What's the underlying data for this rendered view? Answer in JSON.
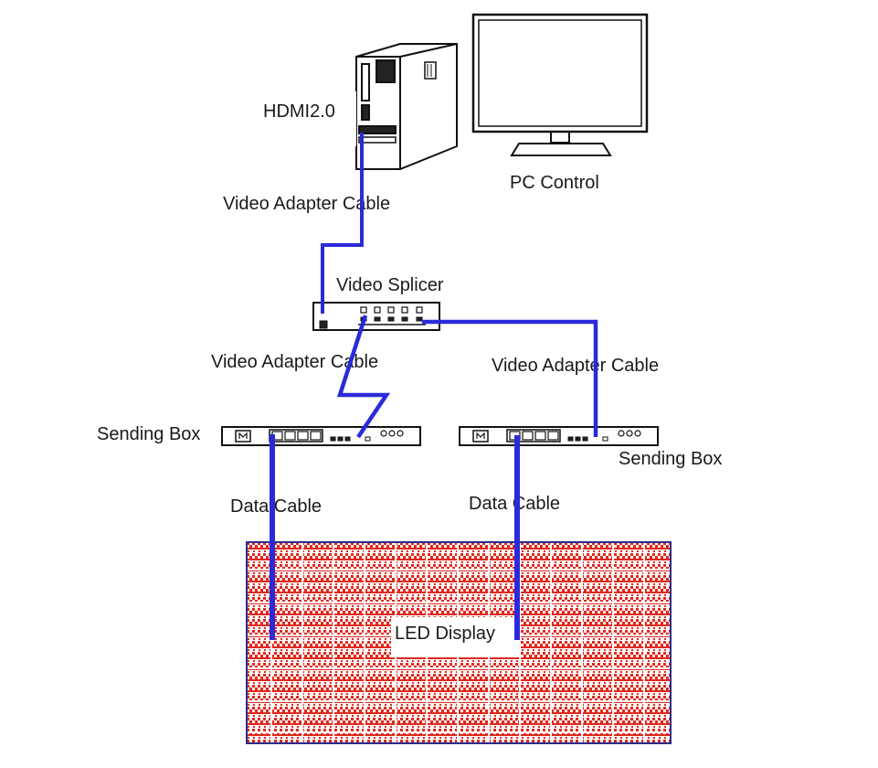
{
  "labels": {
    "hdmi": "HDMI2.0",
    "pc_control": "PC Control",
    "video_adapter_cable_top": "Video Adapter Cable",
    "video_splicer": "Video Splicer",
    "video_adapter_cable_left": "Video Adapter Cable",
    "video_adapter_cable_right": "Video Adapter Cable",
    "sending_box_left": "Sending Box",
    "sending_box_right": "Sending Box",
    "data_cable_left": "Data Cable",
    "data_cable_right": "Data Cable",
    "led_display": "LED Display"
  },
  "colors": {
    "cable": "#2a2ad8",
    "led_red": "#e0281e",
    "led_border": "#2b2b8a",
    "outline": "#111111"
  },
  "icons": [
    "pc-tower-icon",
    "monitor-icon",
    "video-splicer-icon",
    "sending-box-icon",
    "led-display-icon"
  ]
}
